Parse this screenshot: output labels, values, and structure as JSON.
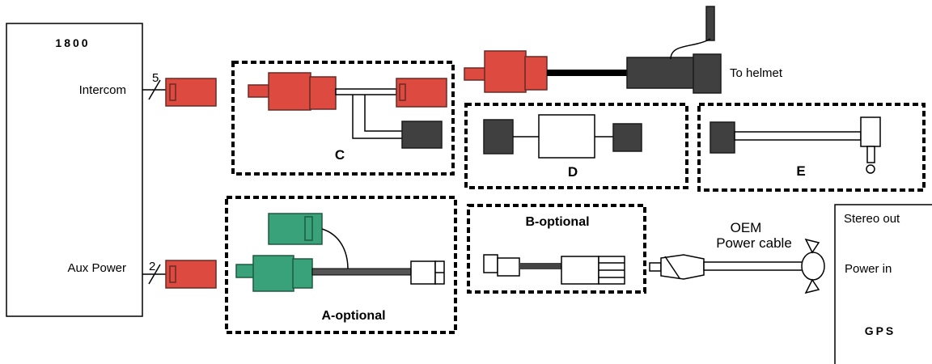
{
  "unit_1800": {
    "title": "1800",
    "port_intercom": "Intercom",
    "port_aux_power": "Aux Power",
    "intercom_wire_count": "5",
    "aux_wire_count": "2"
  },
  "helmet": {
    "label": "To helmet"
  },
  "kits": {
    "c": {
      "label": "C"
    },
    "d": {
      "label": "D"
    },
    "e": {
      "label": "E"
    },
    "a": {
      "label": "A-optional"
    },
    "b": {
      "label": "B-optional"
    }
  },
  "oem": {
    "label_line1": "OEM",
    "label_line2": "Power cable"
  },
  "gps": {
    "stereo_out": "Stereo out",
    "power_in": "Power in",
    "title": "GPS"
  },
  "colors": {
    "red_connector": "#dc4a40",
    "green_connector": "#3aa27a",
    "dark_connector": "#404040"
  }
}
